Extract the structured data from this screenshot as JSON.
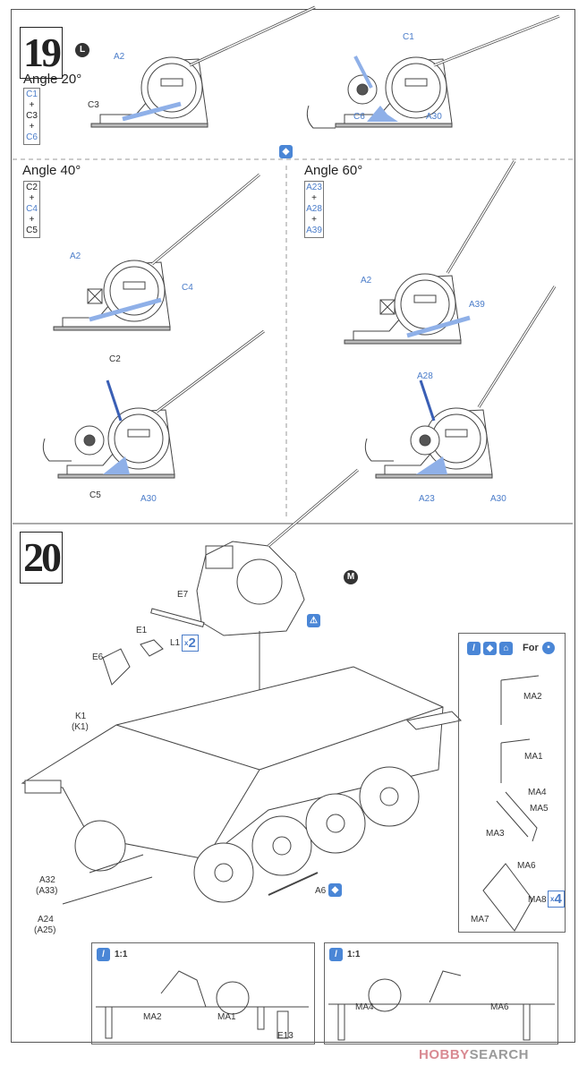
{
  "step19": {
    "number": "19",
    "marker": "L",
    "angle20": {
      "title": "Angle 20°",
      "parts": [
        "C1",
        "+",
        "C3",
        "+",
        "C6"
      ],
      "labels": {
        "a2": "A2",
        "c3": "C3",
        "c1": "C1",
        "c6": "C6",
        "a30": "A30"
      }
    },
    "angle40": {
      "title": "Angle 40°",
      "parts": [
        "C2",
        "+",
        "C4",
        "+",
        "C5"
      ],
      "labels": {
        "a2": "A2",
        "c4": "C4",
        "c2": "C2",
        "c5": "C5",
        "a30": "A30"
      }
    },
    "angle60": {
      "title": "Angle 60°",
      "parts": [
        "A23",
        "+",
        "A28",
        "+",
        "A39"
      ],
      "labels": {
        "a2": "A2",
        "a39": "A39",
        "a28": "A28",
        "a23": "A23",
        "a30": "A30"
      }
    }
  },
  "step20": {
    "number": "20",
    "marker": "M",
    "labels": {
      "e7": "E7",
      "e1": "E1",
      "l1": "L1",
      "l1_qty": "2",
      "qty_prefix": "x",
      "e6": "E6",
      "k1": "K1",
      "k1_alt": "(K1)",
      "a32": "A32",
      "a33": "(A33)",
      "a24": "A24",
      "a25": "(A25)",
      "a6": "A6"
    },
    "side_panel": {
      "for_label": "For",
      "parts": [
        "MA2",
        "MA1",
        "MA4",
        "MA5",
        "MA3",
        "MA6",
        "MA8",
        "MA7"
      ],
      "ma8_qty": "4"
    },
    "detail_left": {
      "scale": "1:1",
      "labels": [
        "MA2",
        "MA1",
        "E13"
      ]
    },
    "detail_right": {
      "scale": "1:1",
      "labels": [
        "MA4",
        "MA6"
      ]
    }
  },
  "watermark": {
    "part1": "HOBBY",
    "part2": "SEARCH"
  },
  "colors": {
    "accent": "#4a86d6",
    "part_blue": "#8fb0e8",
    "line": "#444444"
  }
}
